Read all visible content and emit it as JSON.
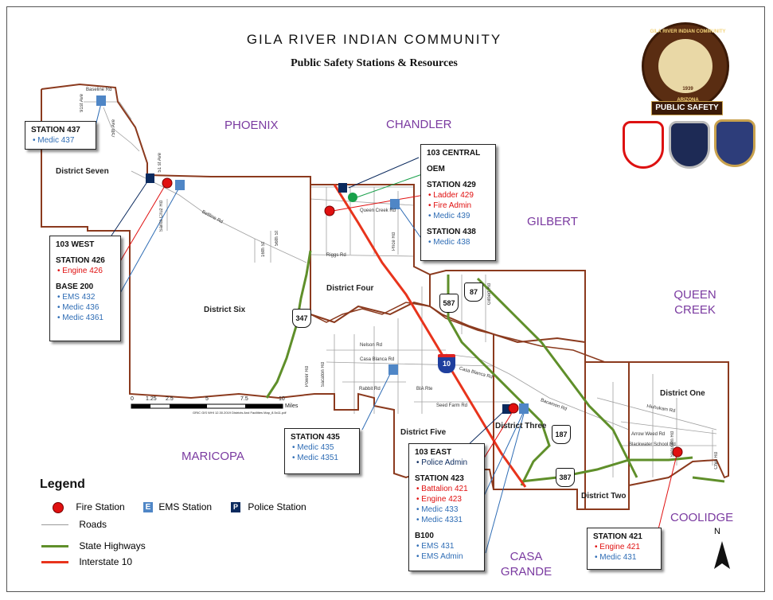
{
  "title": "Gila River Indian Community",
  "subtitle": "Public Safety Stations & Resources",
  "emblem": {
    "ring_text": "GILA RIVER INDIAN COMMUNITY",
    "year": "1939",
    "state": "ARIZONA",
    "banner": "PUBLIC SAFETY"
  },
  "cities": {
    "phoenix": "PHOENIX",
    "chandler": "CHANDLER",
    "gilbert": "GILBERT",
    "queen_creek_1": "QUEEN",
    "queen_creek_2": "CREEK",
    "maricopa": "MARICOPA",
    "casa_grande_1": "CASA",
    "casa_grande_2": "GRANDE",
    "coolidge": "COOLIDGE"
  },
  "districts": {
    "one": "District One",
    "two": "District Two",
    "three": "District Three",
    "four": "District Four",
    "five": "District Five",
    "six": "District Six",
    "seven": "District Seven"
  },
  "roads": {
    "baseline": "Baseline Rd",
    "ave91": "91st Ave",
    "ave75": "75th Ave",
    "ave51": "51 st Ave",
    "santa_cruz": "Santa Cruz Rd",
    "beltline": "Beltline Rd",
    "st16": "16th St",
    "st56": "56th St",
    "riggs": "Riggs Rd",
    "queen_creek": "Queen Creek Rd",
    "price": "Price Rd",
    "gilbert": "Gilbert Rd",
    "nelson": "Nelson Rd",
    "casa_blanca1": "Casa Blanca Rd",
    "casa_blanca2": "Casa Blanca Rd",
    "rabbit": "Rabbit Rd",
    "bia": "BIA Rte",
    "seed_farm": "Seed Farm Rd",
    "bacamon": "Bacamon Rd",
    "power": "Power Rd",
    "sacaton": "Sacaton Rd",
    "hiuhukam": "Hiuhukam Rd",
    "arrow_weed": "Arrow Weed Rd",
    "blackwater": "Blackwater School Rd",
    "skousen": "Skousen Rd",
    "chin": "Chin Rd"
  },
  "highway_shields": {
    "sr347": "347",
    "sr587": "587",
    "sr87": "87",
    "sr187": "187",
    "sr387": "387",
    "i10": "10"
  },
  "scale": {
    "ticks": [
      "0",
      "1.25",
      "2.5",
      "5",
      "7.5",
      "10"
    ],
    "unit": "Miles",
    "fineprint": "GRIC GIS WHI 12.30.2019 Districts And Facilities Map_8.5x11.pdf"
  },
  "callouts": {
    "s437": {
      "head": "STATION 437",
      "items": [
        "Medic 437"
      ]
    },
    "c103": {
      "head": "103 CENTRAL",
      "oem": "OEM",
      "s429": "STATION 429",
      "s429_items": [
        "Ladder 429",
        "Fire Admin",
        "Medic 439"
      ],
      "s438": "STATION 438",
      "s438_items": [
        "Medic 438"
      ]
    },
    "west": {
      "head": "103 WEST",
      "s426": "STATION 426",
      "s426_items": [
        "Engine 426"
      ],
      "base": "BASE 200",
      "base_items": [
        "EMS 432",
        "Medic 436",
        "Medic 4361"
      ]
    },
    "s435": {
      "head": "STATION 435",
      "items": [
        "Medic 435",
        "Medic 4351"
      ]
    },
    "east": {
      "head": "103 EAST",
      "east_items": [
        "Police Admin"
      ],
      "s423": "STATION 423",
      "s423_items": [
        "Battalion 421",
        "Engine 423",
        "Medic 433",
        "Medic 4331"
      ],
      "b100": "B100",
      "b100_items": [
        "EMS 431",
        "EMS Admin"
      ]
    },
    "s421": {
      "head": "STATION 421",
      "items": [
        "Engine 421",
        "Medic 431"
      ]
    }
  },
  "legend": {
    "title": "Legend",
    "fire_station": "Fire Station",
    "ems_station": "EMS Station",
    "police_station": "Police Station",
    "roads": "Roads",
    "state_highways": "State Highways",
    "interstate": "Interstate 10",
    "ems_glyph": "E",
    "police_glyph": "P"
  },
  "north": "N",
  "colors": {
    "boundary": "#8b3a1e",
    "interstate": "#e8341c",
    "highway": "#5f8f2a",
    "road": "#9a9a9a",
    "fire": "#e01010",
    "ems": "#4f86c6",
    "police": "#0b2a5e",
    "oem": "#18a04a",
    "city_label": "#7a3aa0"
  }
}
